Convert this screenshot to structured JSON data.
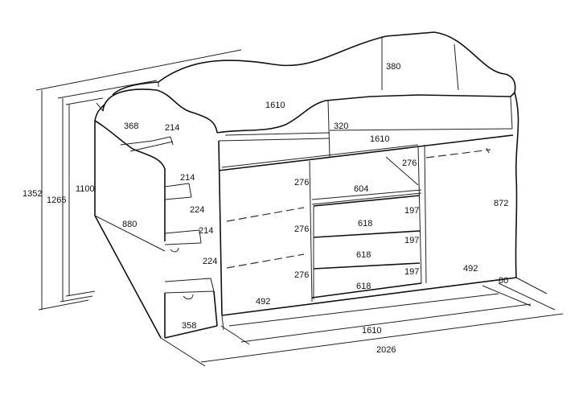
{
  "dimensions": {
    "overall_height": "1352",
    "guard_height": "1265",
    "platform_height": "1100",
    "step_depth_top": "368",
    "step_h1": "214",
    "step_h2": "214",
    "step_h3": "224",
    "step_h4": "214",
    "step_h5": "224",
    "stair_length": "880",
    "stair_width_bottom": "358",
    "guard_length": "1610",
    "guard_rise": "380",
    "guard_front_height": "320",
    "desk_length": "1610",
    "niche_height": "276",
    "shelf_width": "604",
    "left_section_h1": "276",
    "left_section_h2": "276",
    "left_section_h3": "276",
    "drawer_width_1": "618",
    "drawer_width_2": "618",
    "drawer_width_3": "618",
    "drawer_height_1": "197",
    "drawer_height_2": "197",
    "drawer_height_3": "197",
    "left_cabinet_width": "492",
    "right_cabinet_width": "492",
    "right_cabinet_height": "872",
    "plinth": "80",
    "bottom_length_inner": "1610",
    "bottom_length_total": "2026"
  }
}
